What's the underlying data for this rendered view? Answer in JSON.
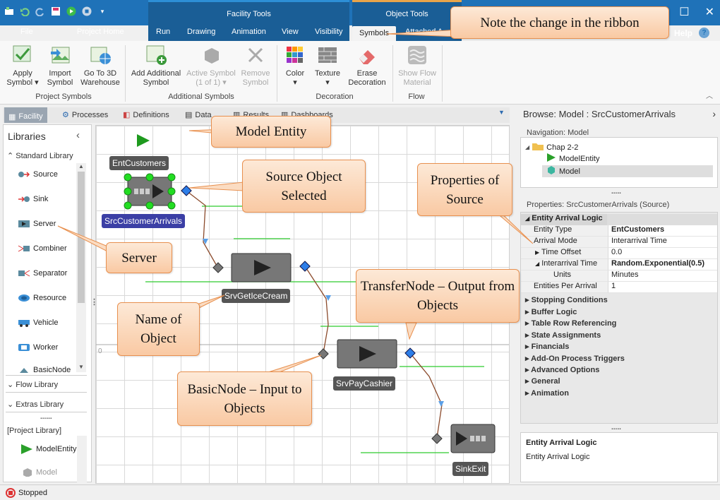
{
  "title_bar": {
    "context_groups": [
      "Facility Tools",
      "Object Tools"
    ],
    "tabs": [
      "File",
      "Project Home",
      "Run",
      "Drawing",
      "Animation",
      "View",
      "Visibility",
      "Symbols",
      "Attached A"
    ],
    "active_tab": "Symbols",
    "help": "Help"
  },
  "ribbon": {
    "buttons": {
      "apply_symbol": "Apply Symbol",
      "import_symbol": "Import Symbol",
      "go_3d": "Go To 3D Warehouse",
      "add_additional": "Add Additional Symbol",
      "active_symbol": "Active Symbol (1 of 1)",
      "remove_symbol": "Remove Symbol",
      "color": "Color",
      "texture": "Texture",
      "erase_decoration": "Erase Decoration",
      "show_flow": "Show Flow Material"
    },
    "groups": [
      "Project Symbols",
      "Additional Symbols",
      "Decoration",
      "Flow"
    ]
  },
  "view_tabs": [
    "Facility",
    "Processes",
    "Definitions",
    "Data",
    "Results",
    "Dashboards"
  ],
  "libraries": {
    "title": "Libraries",
    "standard": "Standard Library",
    "items": [
      "Source",
      "Sink",
      "Server",
      "Combiner",
      "Separator",
      "Resource",
      "Vehicle",
      "Worker",
      "BasicNode"
    ],
    "flow": "Flow Library",
    "extras": "Extras Library",
    "more": "......",
    "project": "[Project Library]",
    "project_items": [
      "ModelEntity",
      "Model"
    ]
  },
  "canvas": {
    "objects": {
      "entity": "EntCustomers",
      "source": "SrcCustomerArrivals",
      "server1": "SrvGetIceCream",
      "server2": "SrvPayCashier",
      "sink": "SinkExit"
    },
    "axis_origin": "0"
  },
  "callouts": {
    "ribbon_note": "Note the change in the ribbon",
    "model_entity": "Model Entity",
    "source_selected": "Source Object Selected",
    "properties_source": "Properties of Source",
    "server": "Server",
    "name_object": "Name of Object",
    "transfer_node": "TransferNode – Output from Objects",
    "basic_node": "BasicNode – Input to Objects"
  },
  "browse": {
    "title": "Browse: Model : SrcCustomerArrivals",
    "nav_header": "Navigation: Model",
    "tree": [
      "Chap 2-2",
      "ModelEntity",
      "Model"
    ],
    "props_header": "Properties: SrcCustomerArrivals (Source)",
    "properties": [
      {
        "name": "Entity Arrival Logic",
        "value": "",
        "kind": "cat-open"
      },
      {
        "name": "Entity Type",
        "value": "EntCustomers",
        "bold": true
      },
      {
        "name": "Arrival Mode",
        "value": "Interarrival Time"
      },
      {
        "name": "Time Offset",
        "value": "0.0",
        "expand": "closed"
      },
      {
        "name": "Interarrival Time",
        "value": "Random.Exponential(0.5)",
        "bold": true,
        "expand": "open"
      },
      {
        "name": "Units",
        "value": "Minutes",
        "indent": true
      },
      {
        "name": "Entities Per Arrival",
        "value": "1"
      }
    ],
    "categories": [
      "Stopping Conditions",
      "Buffer Logic",
      "Table Row Referencing",
      "State Assignments",
      "Financials",
      "Add-On Process Triggers",
      "Advanced Options",
      "General",
      "Animation"
    ],
    "desc_title": "Entity Arrival Logic",
    "desc_text": "Entity Arrival Logic",
    "splitter": "....."
  },
  "status": {
    "text": "Stopped"
  }
}
